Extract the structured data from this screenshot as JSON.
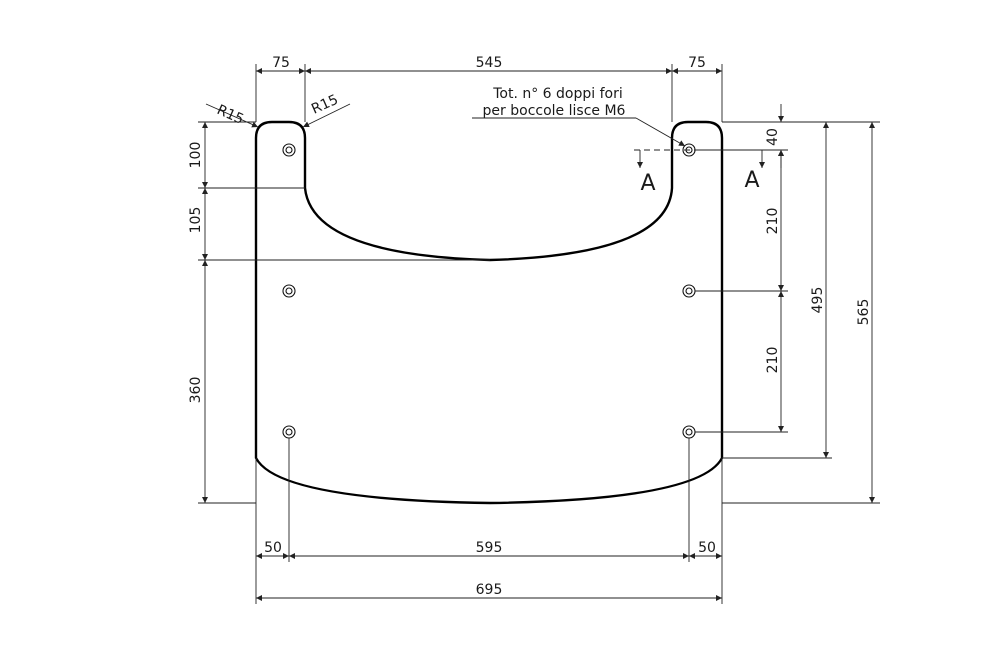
{
  "dimensions": {
    "top_left_width": "75",
    "top_middle_width": "545",
    "top_right_width": "75",
    "radius_left": "R15",
    "radius_right": "R15",
    "left_upper": "100",
    "left_middle": "105",
    "left_lower": "360",
    "right_top": "40",
    "right_hole_spacing_upper": "210",
    "right_hole_spacing_lower": "210",
    "right_overall_middle": "495",
    "right_overall": "565",
    "bottom_left_offset": "50",
    "bottom_hole_spacing": "595",
    "bottom_right_offset": "50",
    "bottom_overall": "695"
  },
  "note": {
    "line1": "Tot. n° 6 doppi fori",
    "line2": "per boccole lisce M6"
  },
  "section": {
    "left_label": "A",
    "right_label": "A"
  }
}
